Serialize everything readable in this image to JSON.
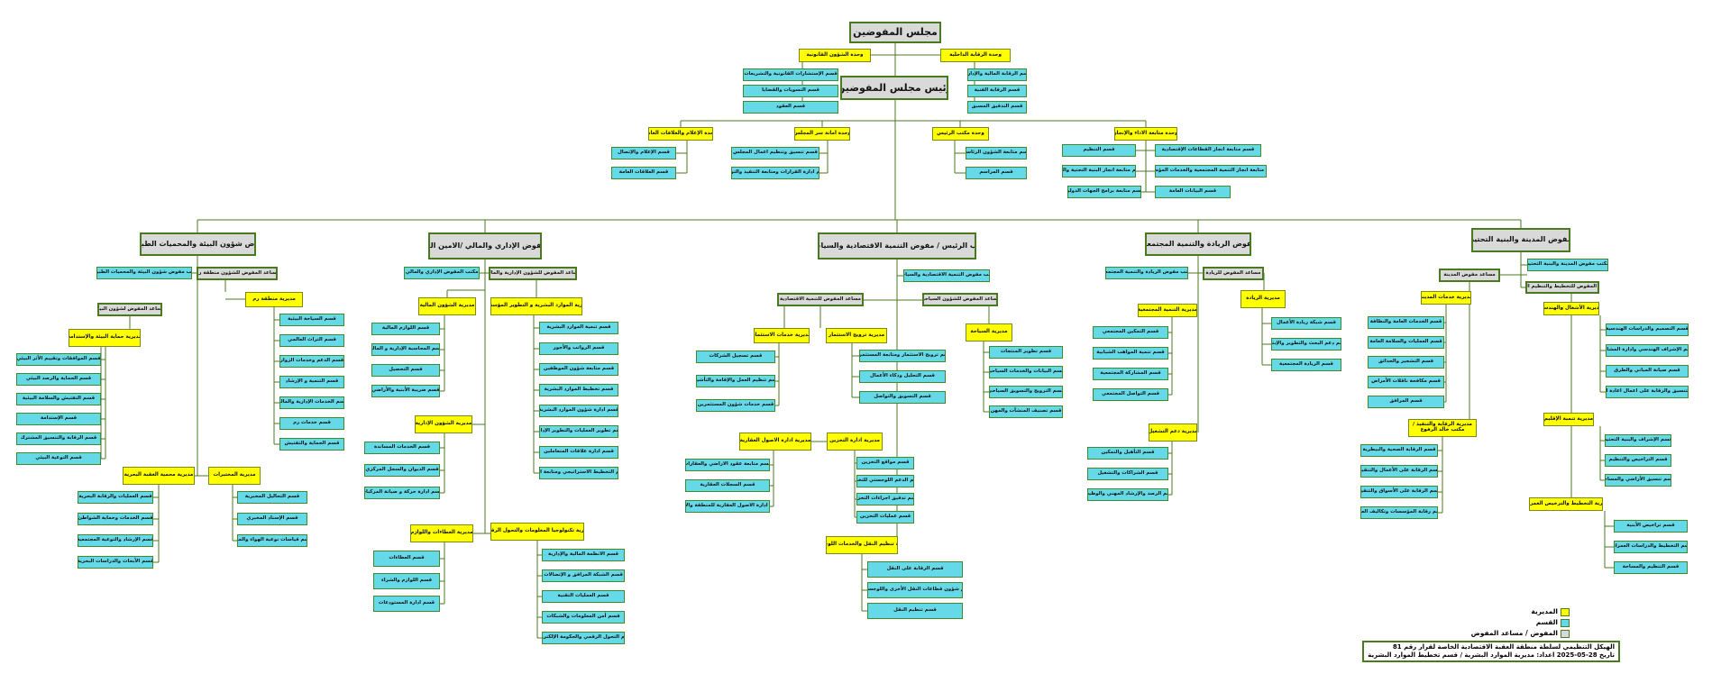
{
  "colors": {
    "node": "#d9d9d9",
    "directorate": "#ffff00",
    "section": "#66d9e8",
    "border": "#4a7a1f",
    "line": "#4a7a1f"
  },
  "council": "مجلس المفوضين",
  "president": "رئيس مجلس المفوضين",
  "units": {
    "legal": "وحدة الشؤون القانونية",
    "internal_audit": "وحدة الرقابة الداخلية",
    "media": "وحدة الإعلام والعلاقات العامة",
    "secretariat": "وحدة امانة سر المجلس",
    "president_office": "وحدة مكتب الرئيس",
    "performance": "وحدة متابعة الاداء والإنجاز"
  },
  "unit_sections": {
    "legal": [
      "قسم الإستشارات القانونية والتشريعات",
      "قسم التسويات والقضايا",
      "قسم العقود"
    ],
    "internal_audit": [
      "قسم الرقابة المالية والإدارية",
      "قسم الرقابة الفنية",
      "قسم التدقيق المسبق"
    ],
    "media": [
      "قسم الإعلام والإتصال",
      "قسم العلاقات العامة"
    ],
    "secretariat": [
      "قسم تنسيق وتنظيم اعمال المجلس",
      "قسم ادارة القرارات ومتابعة التنفيذ والتوثيق"
    ],
    "president_office": [
      "قسم متابعة الشؤون الرئاسية",
      "قسم المراسم"
    ],
    "performance_right": [
      "قسم متابعة انجاز القطاعات الإقتصادية",
      "قسم متابعة انجاز التنمية المجتمعية والخدمات المؤسسية",
      "قسم البيانات العامة"
    ],
    "performance_left": [
      "قسم التنظيم",
      "قسم متابعة انجاز البنية التحتية والبيئة",
      "قسم متابعة برامج الجهات الدولية"
    ]
  },
  "city": {
    "title": "مفوض المدينة والبنية التحتية",
    "office": "مكتب مفوض المدينة والبنية التحتية",
    "asst_city": "مساعد مفوض المدينة",
    "asst_planning": "مساعد المفوض للتخطيط والتنظيم الحضري",
    "services_dir": "مديرية خدمات المدينة",
    "services": [
      "قسم الخدمات العامة والنظافة",
      "قسم العمليات والسلامة العامة",
      "قسم التشجير والحدائق",
      "قسم مكافحة ناقلات الأمراض",
      "قسم المرافق"
    ],
    "works_dir": "مديرية الأشغال والهندسة",
    "works": [
      "قسم التصميم والدراسات الهندسية",
      "قسم الإشراف الهندسي وادارة المشاريع",
      "قسم صيانة المباني والطرق",
      "قسم التنسيق والرقابة على اعمال اعادة الأوضاع"
    ],
    "control_dir": "مديرية الرقابة والتنفيذ / مكتب خالد الرفوع",
    "control": [
      "قسم الرقابة الصحية والبيطرية",
      "قسم الرقابة على الأعمال والتنقيق",
      "قسم الرقابة على الأسواق والتنفيق",
      "قسم رقابة المؤسسات وتكاليف العمل"
    ],
    "region_dir": "مديرية تنمية الإقليم",
    "region": [
      "قسم الإشراف والبنية التحتية",
      "قسم التراخيص والتنظيم",
      "قسم تنسيق الأراضي والمساحة"
    ],
    "planning_dir": "مديرية التخطيط والترخيص العمراني",
    "planning": [
      "قسم تراخيص الأبنية",
      "قسم التخطيط والدراسات العمرانية",
      "قسم التنظيم والمساحة"
    ]
  },
  "entrepreneurship": {
    "title": "مفوض الريادة والتنمية المجتمعية",
    "office": "مكتب مفوض الريادة والتنمية المجتمعية",
    "asst": "مساعد المفوض للريادة",
    "ent_dir": "مديرية الريادة",
    "ent": [
      "قسم شبكة ريادة الأعمال",
      "قسم دعم البحث والتطوير والإبتكار",
      "قسم الريادة المجتمعية"
    ],
    "comm_dir": "مديرية التنمية المجتمعية",
    "comm": [
      "قسم التمكين المجتمعي",
      "قسم تنمية المواهب الشبابية",
      "قسم المشاركة المجتمعية",
      "قسم التواصل المجتمعي"
    ],
    "emp_dir": "مديرية دعم التشغيل",
    "emp": [
      "قسم التأهيل والتمكين",
      "قسم الشراكات والتشغيل",
      "قسم الرصد والإرشاد المهني والوظيفي"
    ]
  },
  "economic": {
    "title": "نائب الرئيس / مفوض التنمية الاقتصادية والسياحية",
    "office": "مكتب مفوض التنمية الاقتصادية والسياحية",
    "asst_econ": "مساعد المفوض للتنمية الاقتصادية",
    "asst_tour": "مساعد المفوض للشؤون السياحية",
    "tour_dir": "مديرية السياحة",
    "tour": [
      "قسم تطوير المنتجات",
      "قسم البيانات والخدمات السياحية",
      "قسم الترويج والتسويق السياحي",
      "قسم تصنيف المنشآت والمهن"
    ],
    "invest_dir": "مديرية ترويج الاستثمار",
    "invest": [
      "قسم ترويج الاستثمار ومتابعة المستثمرين",
      "قسم التحليل وذكاء الأعمال",
      "قسم التسويق والتواصل"
    ],
    "inv_serv_dir": "مديرية خدمات الاستثمار",
    "inv_serv": [
      "قسم تسجيل الشركات",
      "قسم تنظيم العمل والإقامة والتأشيرة",
      "قسم خدمات شؤون المستثمرين"
    ],
    "storage_dir": "مديرية ادارة التخزين",
    "storage": [
      "قسم مواقع التخزين",
      "قسم الدعم اللوجستي للتخزين",
      "قسم تدقيق اجراءات التخزين",
      "قسم عمليات التخزين"
    ],
    "land_dir": "مديرية ادارة الاصول العقارية",
    "land": [
      "قسم متابعة عقود الاراضي والعقارات",
      "قسم السجلات العقارية",
      "قسم ادارة الاصول العقارية للمنطقة والإقليم"
    ],
    "transport_dir": "مديرية تنظيم النقل والخدمات اللوجستية",
    "transport": [
      "قسم الرقابة على النقل",
      "قسم شؤون قطاعات النقل الأخرى واللوجستيات",
      "قسم تنظيم النقل"
    ]
  },
  "admin": {
    "title": "المفوض الإداري والمالي /الامين العام",
    "office": "مكتب المفوض الإداري والمالي",
    "asst": "مساعد المفوض للشؤون الإدارية والمالية",
    "hr_dir": "مديرية الموارد البشرية و التطوير المؤسسي",
    "hr": [
      "قسم تنمية الموارد البشرية",
      "قسم الرواتب والأجور",
      "قسم متابعة شؤون الموظفين",
      "قسم تخطيط الموارد البشرية",
      "قسم ادارة شؤون الموارد البشرية",
      "قسم تطوير العمليات والتطوير الإداري",
      "قسم ادارة علاقات المتعاملين",
      "قسم التخطيط الاستراتيجي ومتابعة الاداء"
    ],
    "fin_dir": "مديرية الشؤون المالية",
    "fin": [
      "قسم اللوازم المالية",
      "قسم المحاسبة الإدارية و المالية",
      "قسم التحصيل",
      "قسم ضريبة الأبنية والأراضي"
    ],
    "admin_dir": "مديرية الشؤون الإدارية",
    "admin": [
      "قسم الخدمات المساندة",
      "قسم الديوان والسجل المركزي",
      "قسم ادارة حركة و صيانة المركبات"
    ],
    "tender_dir": "مديرية العطاءات واللوازم",
    "tender": [
      "قسم العطاءات",
      "قسم اللوازم والشراء",
      "قسم ادارة المستودعات"
    ],
    "it_dir": "مديرية تكنولوجيا المعلومات والتحول الرقمي",
    "it": [
      "قسم الانظمة المالية والإدارية",
      "قسم الشبكة المرافق و الإتصالات",
      "قسم العمليات التقنية",
      "قسم أمن المعلومات والشبكات",
      "قسم التحول الرقمي والحكومة الإلكترونية"
    ]
  },
  "environment": {
    "title": "مفوض شؤون البيئة والمحميات الطبيعية",
    "office": "مكتب مفوض شؤون البيئة والمحميات الطبيعية",
    "asst_rum": "مساعد المفوض للشؤون منطقة رم",
    "asst_env": "مساعد المفوض لشؤون البيئة",
    "rum_dir": "مديرية منطقة رم",
    "rum": [
      "قسم السياحة البيئية",
      "قسم التراث العالمي",
      "قسم الدعم وخدمات الزوار",
      "قسم التنمية و الإرشاد",
      "قسم الخدمات الإدارية والمالية",
      "قسم خدمات رم",
      "قسم الحماية والتفتيش"
    ],
    "prot_dir": "مديرية حماية البيئة والإستدامة",
    "prot": [
      "قسم الموافقات وتقييم الأثر البيئي",
      "قسم الحماية والرصد البيئي",
      "قسم التفتيش والسلامة البيئية",
      "قسم الإستدامة",
      "قسم الرقابة والتنسيق المشترك",
      "قسم التوعية البيئي"
    ],
    "marine_dir": "مديرية محمية العقبة البحرية",
    "marine": [
      "قسم العمليات والرقابة البحرية",
      "قسم الخدمات وحماية الشواطئ",
      "قسم الإرشاد والتوعية المجتمعية",
      "قسم الأبحاث والدراسات البحرية"
    ],
    "lab_dir": "مديرية المختبرات",
    "lab": [
      "قسم التحاليل المخبرية",
      "قسم الإسناد المخبري",
      "قسم قياسات نوعية الهواء والمياه"
    ]
  },
  "legend": {
    "directorate": "المديرية",
    "section": "القسم",
    "commissioner": "المفوض / مساعد المفوض"
  },
  "footer": {
    "line1": "الهيكل التنظيمي لسلطة منطقة العقبة الاقتصادية الخاصة لقرار رقم 81",
    "line2": "تاريخ 28-05-2025     اعداد: مديرية الموارد البشرية / قسم تخطيط الموارد البشرية"
  }
}
